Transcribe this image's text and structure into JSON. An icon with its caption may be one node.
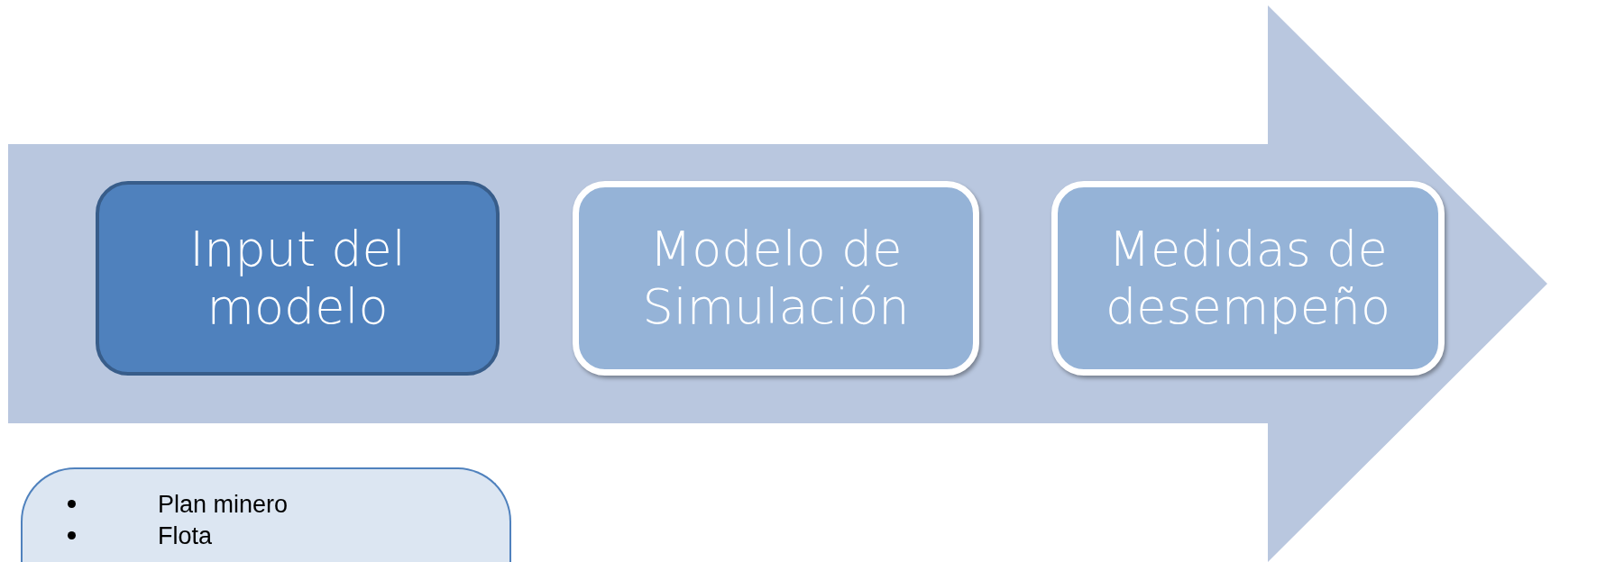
{
  "diagram": {
    "nodes": [
      {
        "text": [],
        "shape": "arrow"
      },
      {
        "text": [
          "Input del modelo"
        ],
        "in": 0
      },
      {
        "text": [
          "Modelo de Simulación"
        ],
        "in": 0
      },
      {
        "text": [
          "Medidas de desempeño"
        ],
        "in": 0
      },
      {
        "text": [
          "Plan minero",
          "Flota"
        ]
      }
    ]
  }
}
